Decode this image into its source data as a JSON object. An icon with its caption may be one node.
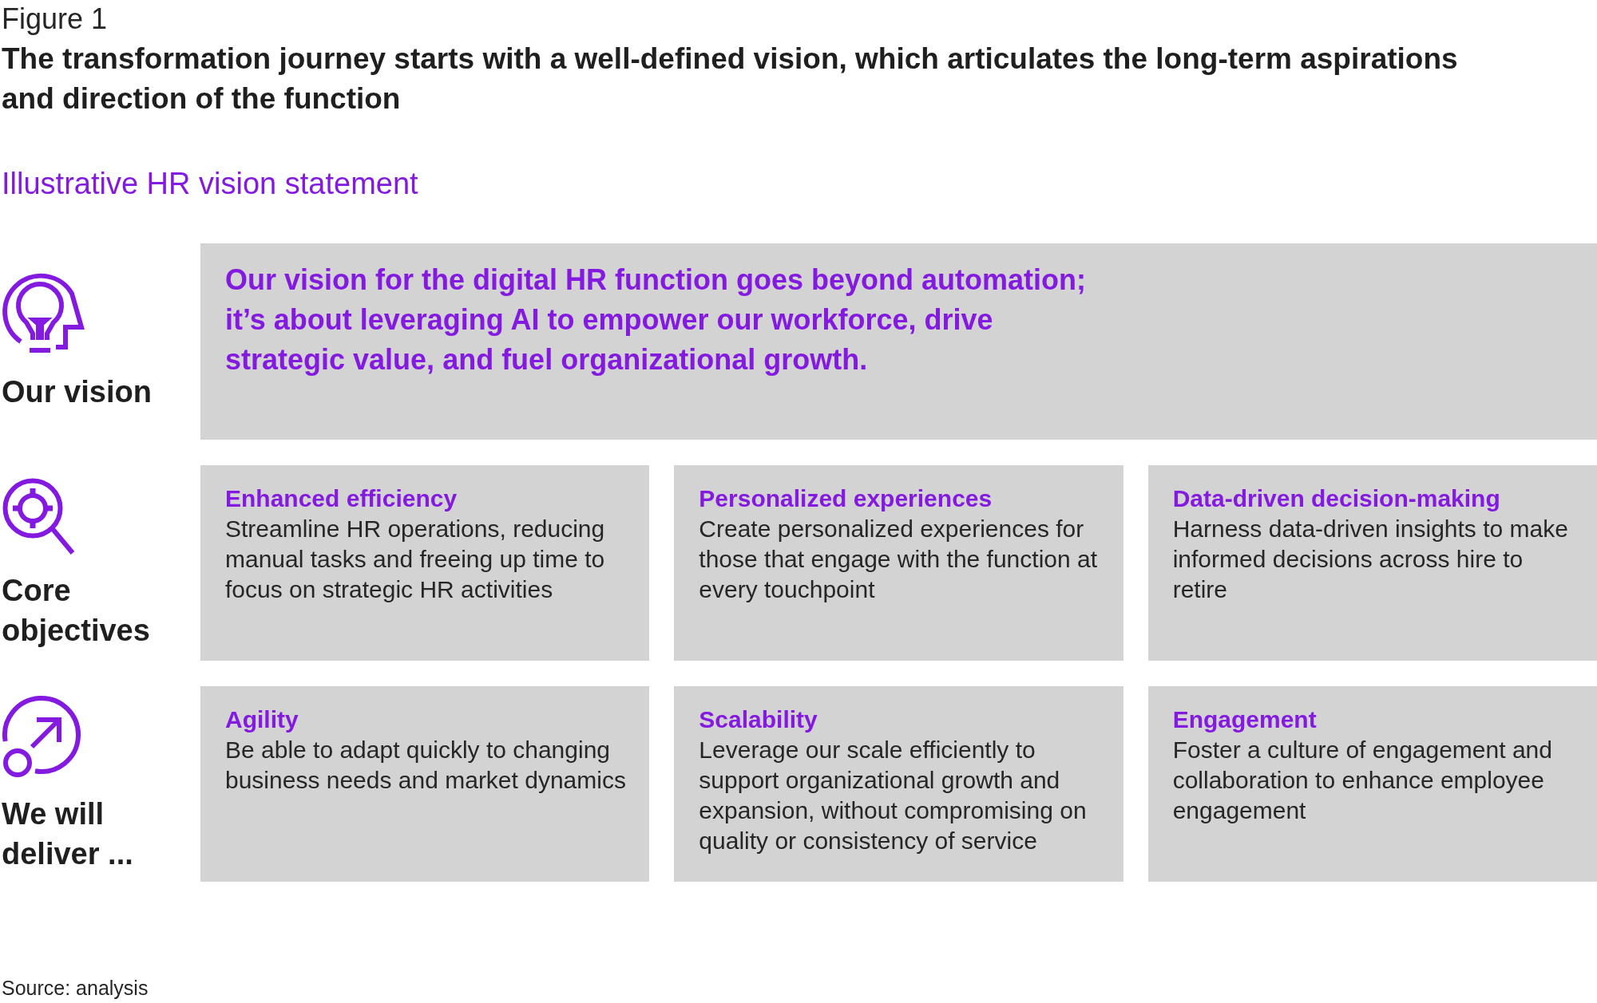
{
  "diagram": {
    "title": "The transformation journey starts with a well-defined vision, which articulates the long-term aspirations and direction of the function",
    "nodes": [
      {
        "text": [
          "Our vision for the digital HR function goes beyond automation; it’s about leveraging AI to empower our workforce, drive strategic value, and fuel organizational growth."
        ]
      },
      {
        "text": [
          "Enhanced efficiency",
          "Streamline HR operations, reducing manual tasks and freeing up time to focus on strategic HR activities"
        ]
      },
      {
        "text": [
          "Personalized experiences",
          "Create personalized experiences for those that engage with the function at every touchpoint"
        ]
      },
      {
        "text": [
          "Data-driven decision-making",
          "Harness data-driven insights to make informed decisions across hire to retire"
        ]
      },
      {
        "text": [
          "Agility",
          "Be able to adapt quickly to changing business needs and market dynamics"
        ]
      },
      {
        "text": [
          "Scalability",
          "Leverage our scale efficiently to support organizational growth and expansion, without compromising on quality or consistency of service"
        ]
      },
      {
        "text": [
          "Engagement",
          "Foster a culture of engagement and collaboration to enhance employee engagement"
        ]
      }
    ],
    "labels": [
      "Figure 1",
      "Illustrative HR vision statement",
      "Our vision",
      "Core objectives",
      "We will deliver ...",
      "Source: analysis"
    ]
  }
}
